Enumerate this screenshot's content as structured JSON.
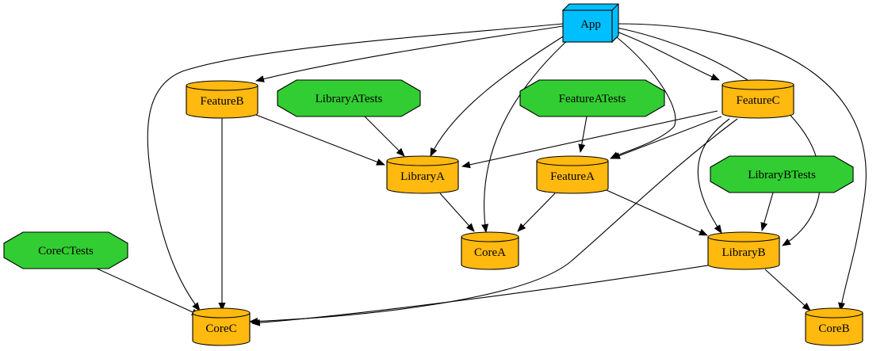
{
  "colors": {
    "module": "#ffb90f",
    "test": "#32cd32",
    "app": "#00bfff",
    "edge": "#000000"
  },
  "nodes": [
    {
      "id": "App",
      "label": "App",
      "kind": "app",
      "icon": "box-3d"
    },
    {
      "id": "FeatureB",
      "label": "FeatureB",
      "kind": "module",
      "icon": "cylinder"
    },
    {
      "id": "LibraryATests",
      "label": "LibraryATests",
      "kind": "test",
      "icon": "octagon"
    },
    {
      "id": "FeatureATests",
      "label": "FeatureATests",
      "kind": "test",
      "icon": "octagon"
    },
    {
      "id": "FeatureC",
      "label": "FeatureC",
      "kind": "module",
      "icon": "cylinder"
    },
    {
      "id": "LibraryA",
      "label": "LibraryA",
      "kind": "module",
      "icon": "cylinder"
    },
    {
      "id": "FeatureA",
      "label": "FeatureA",
      "kind": "module",
      "icon": "cylinder"
    },
    {
      "id": "LibraryBTests",
      "label": "LibraryBTests",
      "kind": "test",
      "icon": "octagon"
    },
    {
      "id": "CoreA",
      "label": "CoreA",
      "kind": "module",
      "icon": "cylinder"
    },
    {
      "id": "LibraryB",
      "label": "LibraryB",
      "kind": "module",
      "icon": "cylinder"
    },
    {
      "id": "CoreCTests",
      "label": "CoreCTests",
      "kind": "test",
      "icon": "octagon"
    },
    {
      "id": "CoreC",
      "label": "CoreC",
      "kind": "module",
      "icon": "cylinder"
    },
    {
      "id": "CoreB",
      "label": "CoreB",
      "kind": "module",
      "icon": "cylinder"
    }
  ],
  "edges": [
    {
      "from": "App",
      "to": "FeatureB"
    },
    {
      "from": "App",
      "to": "LibraryA"
    },
    {
      "from": "App",
      "to": "CoreA"
    },
    {
      "from": "App",
      "to": "FeatureA"
    },
    {
      "from": "App",
      "to": "FeatureC"
    },
    {
      "from": "App",
      "to": "LibraryB"
    },
    {
      "from": "App",
      "to": "CoreB"
    },
    {
      "from": "App",
      "to": "CoreC"
    },
    {
      "from": "FeatureB",
      "to": "LibraryA"
    },
    {
      "from": "FeatureB",
      "to": "CoreC"
    },
    {
      "from": "LibraryATests",
      "to": "LibraryA"
    },
    {
      "from": "FeatureATests",
      "to": "FeatureA"
    },
    {
      "from": "FeatureC",
      "to": "LibraryA"
    },
    {
      "from": "FeatureC",
      "to": "FeatureA"
    },
    {
      "from": "FeatureC",
      "to": "LibraryB"
    },
    {
      "from": "FeatureC",
      "to": "CoreC"
    },
    {
      "from": "LibraryBTests",
      "to": "LibraryB"
    },
    {
      "from": "LibraryA",
      "to": "CoreA"
    },
    {
      "from": "FeatureA",
      "to": "CoreA"
    },
    {
      "from": "FeatureA",
      "to": "LibraryB"
    },
    {
      "from": "LibraryB",
      "to": "CoreC"
    },
    {
      "from": "LibraryB",
      "to": "CoreB"
    },
    {
      "from": "CoreCTests",
      "to": "CoreC"
    }
  ]
}
